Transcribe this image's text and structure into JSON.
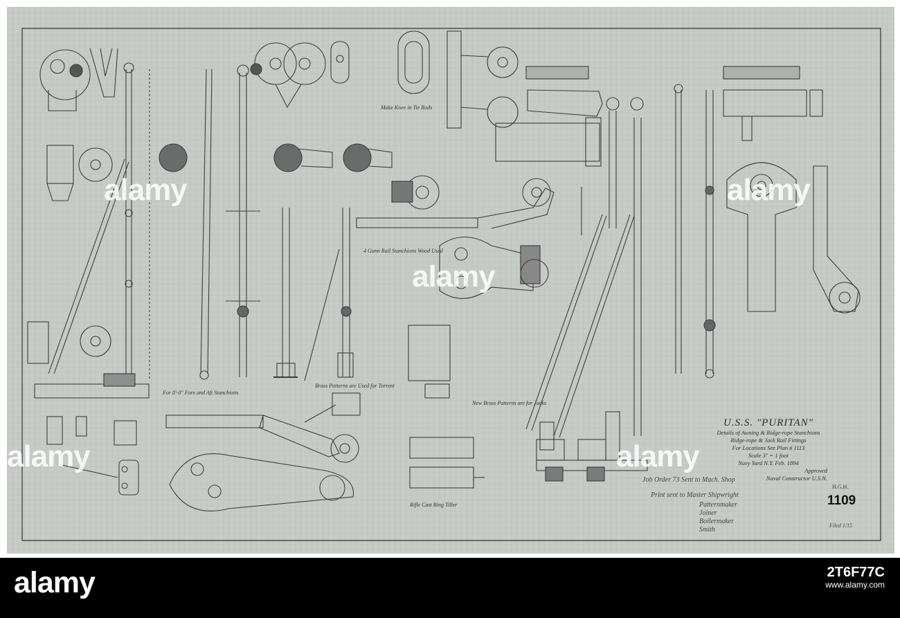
{
  "drawing": {
    "title": "U.S.S. \"PURITAN\"",
    "subtitle": "Details of Awning & Ridge-rope Stanchions",
    "line2": "Ridge-rope & Jack Rail Fittings",
    "line3": "For Locations See Plan # 1113",
    "line4": "Scale 3\" = 1 foot",
    "line5": "Navy Yard N.Y. Feb. 1894",
    "sign1": "Approved",
    "sign2": "Naval Constructor U.S.N.",
    "sheet_mark": "H.G.H.",
    "number": "1109",
    "job_order": "Job Order 73 Sent to Mach. Shop",
    "handnote_1": "Print sent to Master Shipwright",
    "handnote_2": "Patternmaker",
    "handnote_3": "Joiner",
    "handnote_4": "Boilermaker",
    "handnote_5": "Smith",
    "stamp": "Filed 1/15"
  },
  "notes": {
    "n1": "For 8'-0\" Fore and Aft Stanchions",
    "n2": "Brass Patterns are Used for Torrent",
    "n3": "New Brass Patterns are for Jacks",
    "n4": "4 Gunn Rail Stanchions Wood Used",
    "n5": "Make Knee in Tie Rods",
    "n6": "Rifle Cast Ring Tiller"
  },
  "watermark": {
    "brand": "alamy",
    "image_id": "2T6F77C",
    "site": "www.alamy.com"
  }
}
